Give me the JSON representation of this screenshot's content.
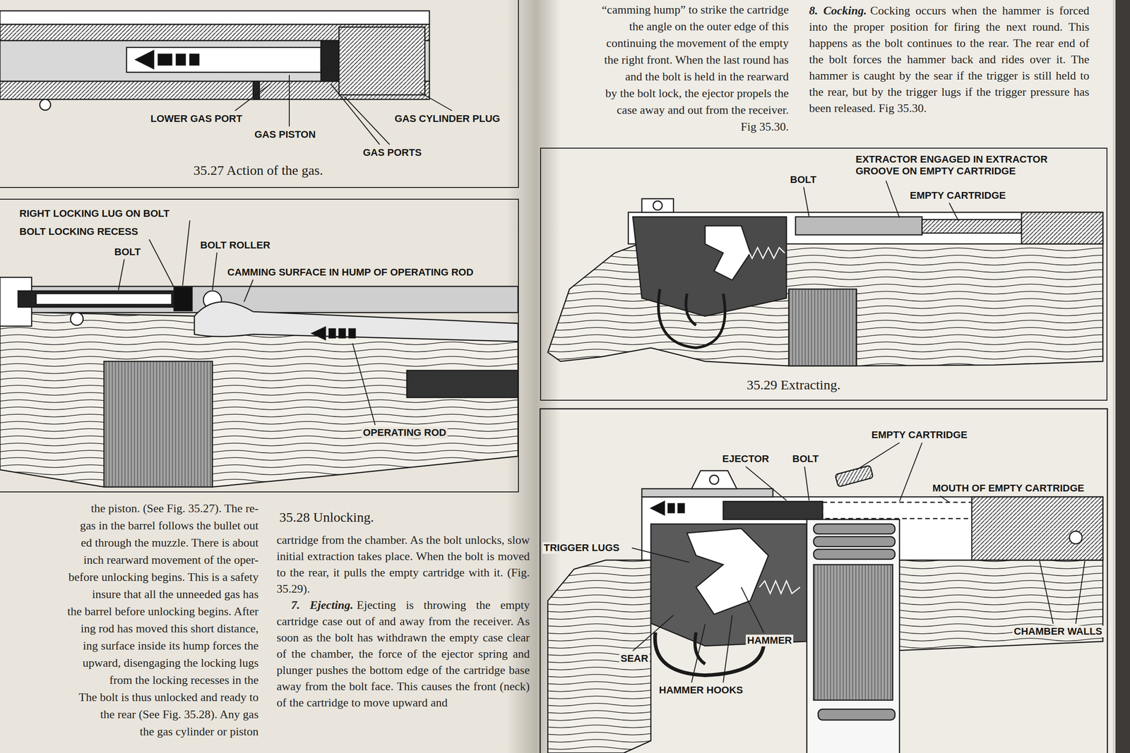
{
  "diagram": {
    "nodes": [
      {
        "text": [
          "35.27 Action of the gas."
        ]
      },
      {
        "text": [
          "35.28 Unlocking."
        ]
      },
      {
        "text": [
          "35.29 Extracting."
        ]
      }
    ],
    "labels": [
      "the piston. (See Fig. 35.27). The re-",
      "gas in the barrel follows the bullet out",
      "ed through the muzzle. There is about",
      "inch rearward movement of the oper-",
      "before unlocking begins. This is a safety",
      "insure that all the unneeded gas has",
      "the barrel before unlocking begins. After",
      "ing rod has moved this short distance,",
      "ing surface inside its hump forces the",
      "upward, disengaging the locking lugs",
      "from the locking recesses in the",
      "The bolt is thus unlocked and ready to",
      "the rear (See Fig. 35.28). Any gas",
      "the gas cylinder or piston",
      "cartridge from the chamber. As the bolt unlocks, slow initial extraction takes place. When the bolt is moved to the rear, it pulls the empty cartridge with it. (Fig. 35.29).",
      "7. Ejecting.",
      "Ejecting is throwing the empty cartridge case out of and away from the receiver. As soon as the bolt has withdrawn the empty case clear of the chamber, the force of the ejector spring and plunger pushes the bottom edge of the cartridge base away from the bolt face. This causes the front (neck) of the cartridge to move upward and",
      "LOWER GAS PORT",
      "GAS PISTON",
      "GAS PORTS",
      "GAS CYLINDER PLUG",
      "RIGHT LOCKING LUG ON BOLT",
      "BOLT LOCKING RECESS",
      "BOLT",
      "BOLT ROLLER",
      "CAMMING SURFACE IN HUMP OF OPERATING ROD",
      "OPERATING ROD",
      "“camming hump” to strike the cartridge",
      "the angle on the outer edge of this",
      "continuing the movement of the empty",
      "the right front. When the last round has",
      "and the bolt is held in the rearward",
      "by the bolt lock, the ejector propels the",
      "case away and out from the receiver.",
      "Fig 35.30.",
      "8. Cocking.",
      "Cocking occurs when the hammer is forced into the proper position for firing the next round. This happens as the bolt continues to the rear. The rear end of the bolt forces the hammer back and rides over it. The hammer is caught by the sear if the trigger is still held to the rear, but by the trigger lugs if the trigger pressure has been released. Fig 35.30.",
      "EXTRACTOR ENGAGED IN EXTRACTOR GROOVE ON EMPTY CARTRIDGE",
      "BOLT",
      "EMPTY CARTRIDGE",
      "EMPTY CARTRIDGE",
      "EJECTOR",
      "BOLT",
      "MOUTH OF EMPTY CARTRIDGE",
      "TRIGGER LUGS",
      "CHAMBER WALLS",
      "HAMMER",
      "SEAR",
      "HAMMER HOOKS"
    ]
  }
}
